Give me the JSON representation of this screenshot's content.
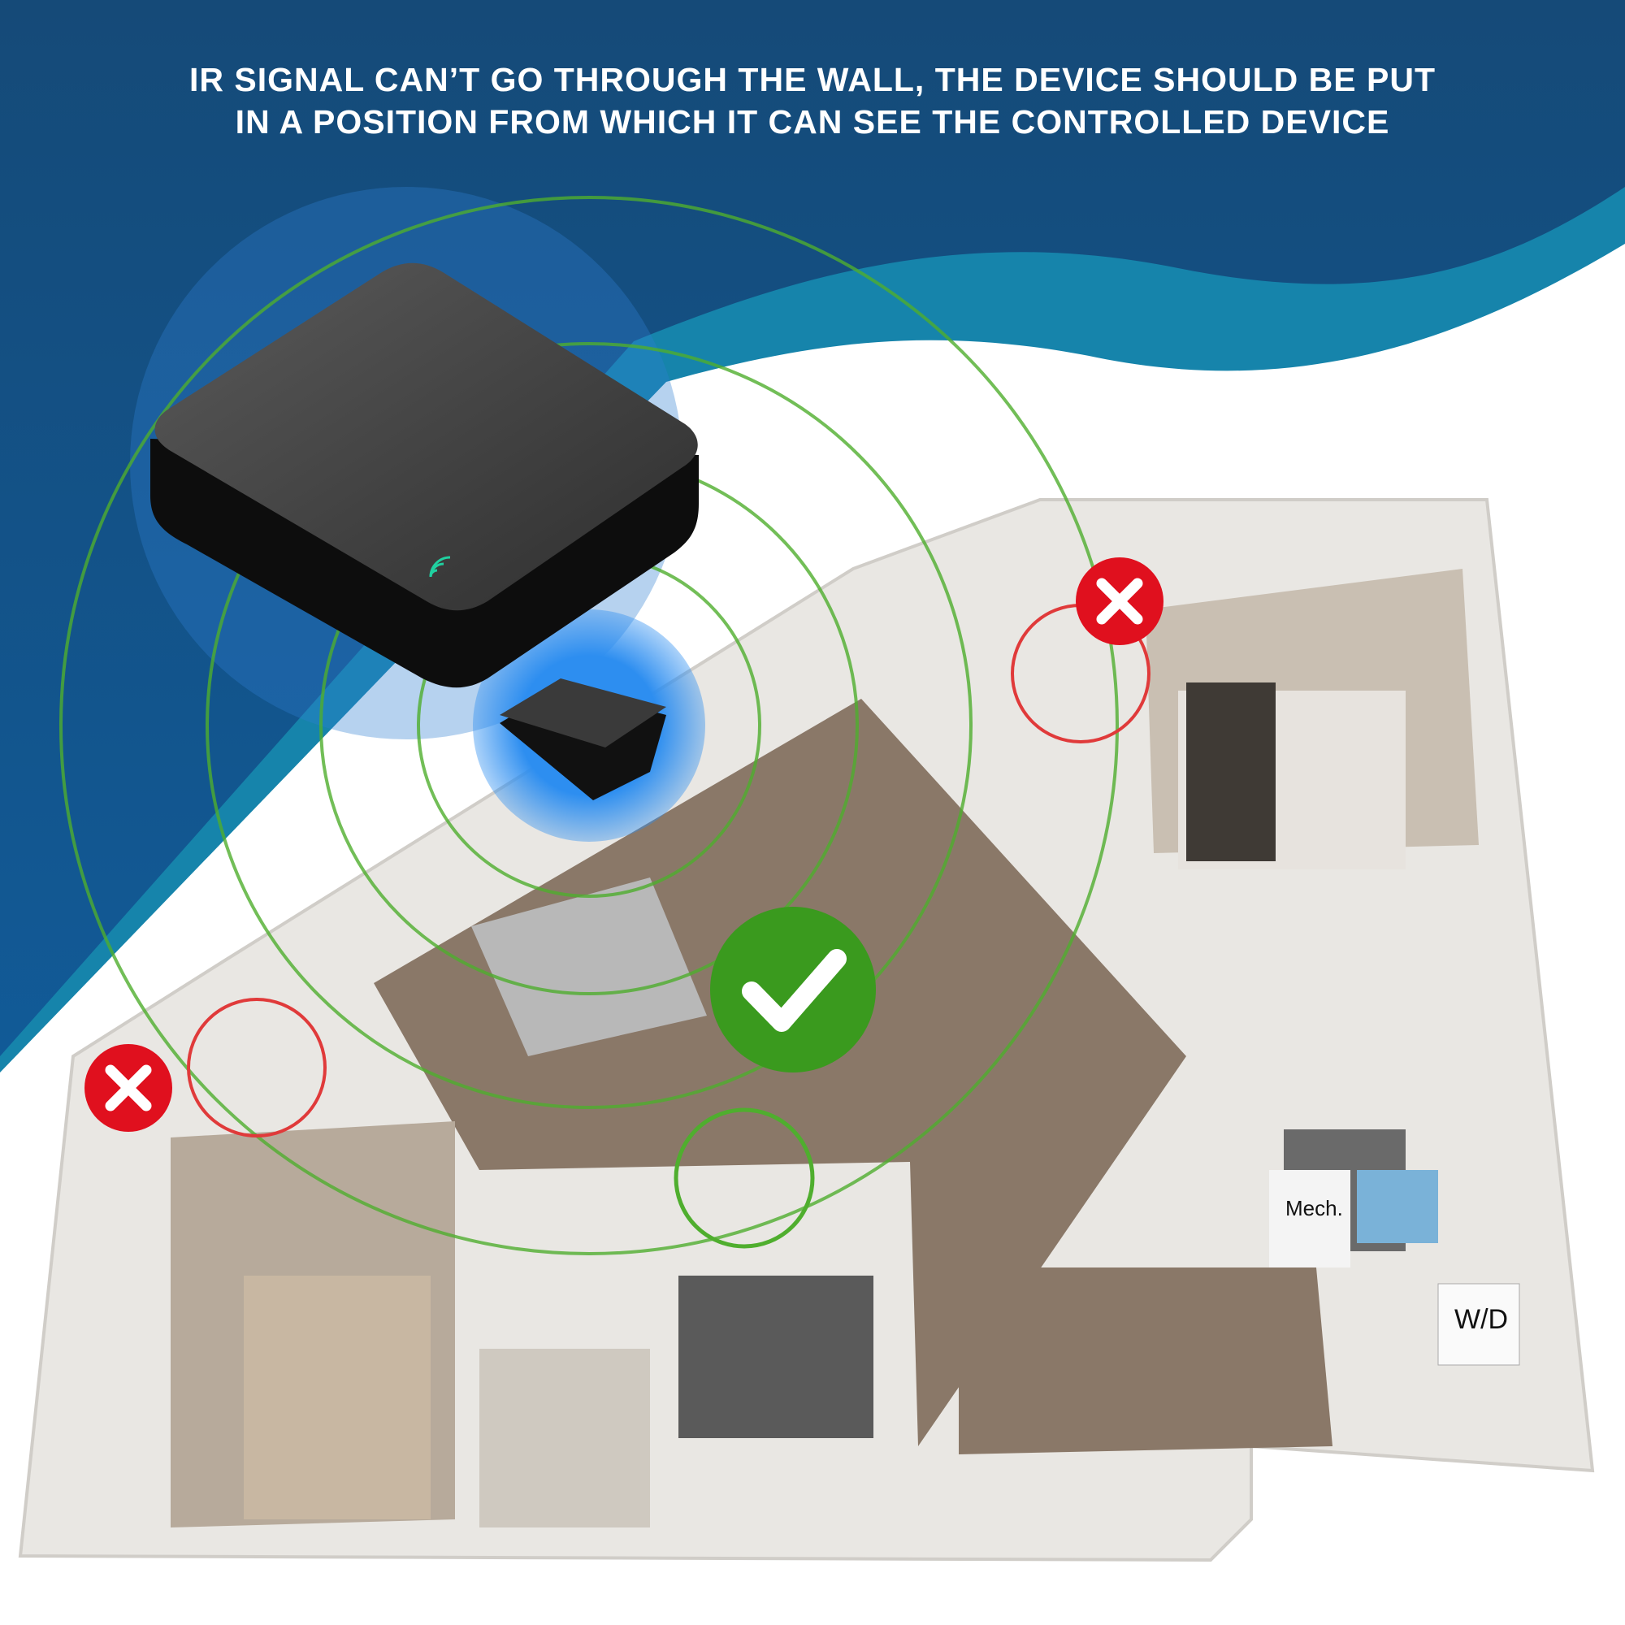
{
  "headline": {
    "line1": "IR SIGNAL CAN’T GO THROUGH THE WALL, THE DEVICE SHOULD BE PUT",
    "line2": "IN A POSITION FROM WHICH IT CAN SEE THE CONTROLLED DEVICE"
  },
  "floorplan_labels": {
    "mech": "Mech.",
    "wd": "W/D"
  },
  "colors": {
    "background_blue": "#14507f",
    "wave_teal": "#1684ab",
    "check_green": "#3a9a1e",
    "cross_red": "#e0101e",
    "device_glow": "#2d8ef0"
  },
  "icons": [
    "ir-blaster-device",
    "check-icon",
    "cross-icon",
    "wifi-icon"
  ]
}
